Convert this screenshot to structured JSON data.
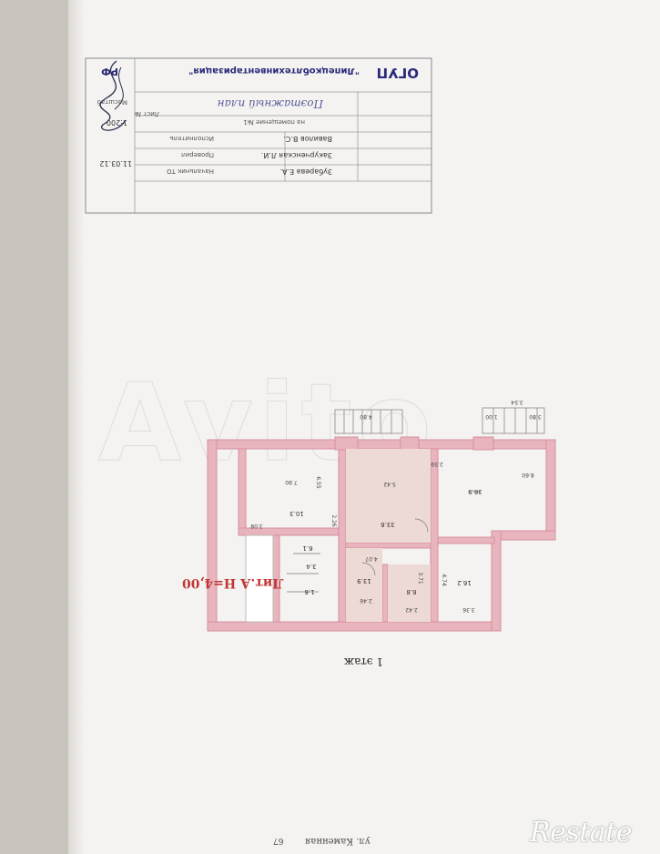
{
  "stamp": {
    "org_short": "ОГУП",
    "org_name": "\"Липецкоблтехинвентаризация\"",
    "region": "РФ",
    "object_label": "Поэтажный план",
    "address_note": "на помещение №1",
    "scale_label": "Масштаб",
    "scale_value": "1:200",
    "sheet_label": "Лист №",
    "rows": [
      {
        "role": "Исполнитель",
        "name": "Вавилов В.С.",
        "date": "11.03.12"
      },
      {
        "role": "Проверил",
        "name": "Закурченская Л.И.",
        "date": ""
      },
      {
        "role": "Начальник ТО",
        "name": "Зубарева Е.А.",
        "date": ""
      }
    ]
  },
  "plan": {
    "floor_label": "1 этаж",
    "mark_label": "Лит.А Н=4,00",
    "street_label": "ул. Каменная",
    "house_number": "67",
    "room_areas": [
      "10.3",
      "33.6",
      "13.9",
      "6.8",
      "16.2",
      "38.9",
      "6.1",
      "3.4",
      "1.6"
    ],
    "dimensions": [
      "7.90",
      "5.42",
      "6.55",
      "8.60",
      "3.08",
      "2.26",
      "3.71",
      "3.36",
      "2.46",
      "2.42",
      "4.07",
      "4.74",
      "4.80",
      "2.59",
      "3.54",
      "1.00",
      "3.80"
    ]
  },
  "watermark": "Restate",
  "colors": {
    "walls": "#e8b4be",
    "walls_stroke": "#d6909e",
    "highlight": "#eddad4",
    "ink": "#333333"
  }
}
